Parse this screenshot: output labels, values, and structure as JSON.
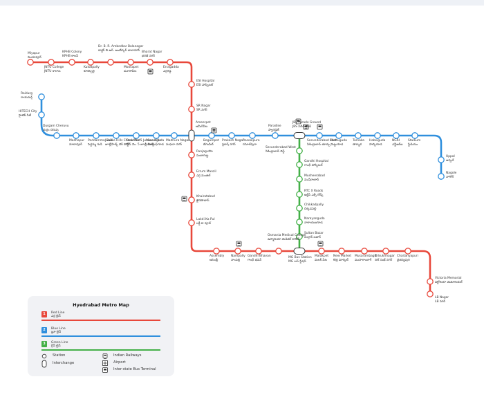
{
  "legend": {
    "title": "Hyedrabad Metro Map",
    "lines": [
      {
        "num": "1",
        "name": "Red Line",
        "name_te": "ఎర్ర లైన్",
        "color": "#e8483b"
      },
      {
        "num": "2",
        "name": "Blue Line",
        "name_te": "బ్లూ లైన్",
        "color": "#2f8fdd"
      },
      {
        "num": "3",
        "name": "Green Line",
        "name_te": "గ్రీన్ లైన్",
        "color": "#43b047"
      }
    ],
    "symbols": {
      "station": "Station",
      "interchange": "Interchange",
      "railways": "Indian Railways",
      "airport": "Airport",
      "bus": "Inter-state Bus Terminal"
    }
  },
  "colors": {
    "red": "#e8483b",
    "blue": "#2f8fdd",
    "green": "#43b047"
  },
  "stations": [
    {
      "id": "miyapur",
      "en": "Miyapur",
      "te": "మియాపూర్"
    },
    {
      "id": "jntu",
      "en": "JNTU College",
      "te": "JNTU కాలాజ"
    },
    {
      "id": "kphb",
      "en": "KPHB Colony",
      "te": "KPHB కాలనీ"
    },
    {
      "id": "kukatpally",
      "en": "Kukatpally",
      "te": "కూకట్పల్లి"
    },
    {
      "id": "ambedkar",
      "en": "Dr. B. R. Ambedkar Balanagar",
      "te": "డాక్టర్ బి.ఆర్. అంబేద్కర్ బాలానగర్"
    },
    {
      "id": "moosapet",
      "en": "Moosapet",
      "te": "మూసాపేట"
    },
    {
      "id": "bharatnagar",
      "en": "Bharat Nagar",
      "te": "భరత్ నగర్"
    },
    {
      "id": "erragadda",
      "en": "Erragadda",
      "te": "ఎర్రగడ్డ"
    },
    {
      "id": "esi",
      "en": "ESI Hospital",
      "te": "ESI హాస్పిటల్"
    },
    {
      "id": "srnagar",
      "en": "SR Nagar",
      "te": "SR నగర్"
    },
    {
      "id": "ameerpet",
      "en": "Ameerpet",
      "te": "అమీర్‌పేట"
    },
    {
      "id": "punjagutta",
      "en": "Punjagutta",
      "te": "పంజాగుట్ట"
    },
    {
      "id": "erramanzil",
      "en": "Errum Manzil",
      "te": "ఎర్ర మంజిల్"
    },
    {
      "id": "khairatabad",
      "en": "Khairatabad",
      "te": "ఖైరతాబాద్"
    },
    {
      "id": "lakdikapul",
      "en": "Lakdi Ka Pul",
      "te": "లక్డీ కా పూల్"
    },
    {
      "id": "assembly",
      "en": "Assembly",
      "te": "అసెంబ్లీ"
    },
    {
      "id": "nampally",
      "en": "Nampally",
      "te": "నాంపల్లి"
    },
    {
      "id": "gandhibhavan",
      "en": "Gandhi Bhavan",
      "te": "గాంధీ భవన్"
    },
    {
      "id": "osmania",
      "en": "Osmania Medical College",
      "te": "ఉస్మానియా మెడికల్ కాలేజ్"
    },
    {
      "id": "mgbs",
      "en": "MG Bus Station",
      "te": "MG బస్ స్టేషన్"
    },
    {
      "id": "malakpet",
      "en": "Malakpet",
      "te": "మలక్ పేట"
    },
    {
      "id": "newmarket",
      "en": "New Market",
      "te": "కొత్త మార్కెట్"
    },
    {
      "id": "musarambagh",
      "en": "Musarambagh",
      "te": "ముసారాంబాగ్"
    },
    {
      "id": "dilsukhnagar",
      "en": "Dilsukhnagar",
      "te": "దిల్ సుఖ్ నగర్"
    },
    {
      "id": "chaitanyapuri",
      "en": "Chaitanyapuri",
      "te": "చైతన్యపురి"
    },
    {
      "id": "victoria",
      "en": "Victoria Memorial",
      "te": "విక్టోరియా మెమోరియల్"
    },
    {
      "id": "lbnagar",
      "en": "LB Nagar",
      "te": "LB నగర్"
    },
    {
      "id": "raidurg",
      "en": "Raidurg",
      "te": "రాయదుర్గ్"
    },
    {
      "id": "hitech",
      "en": "HITECH City",
      "te": "హైటెక్ సిటీ"
    },
    {
      "id": "durgam",
      "en": "Durgam Cheruvu",
      "te": "దుర్గం చెరువు"
    },
    {
      "id": "madhapur",
      "en": "Madhapur",
      "te": "మాదాపూర్"
    },
    {
      "id": "peddamma",
      "en": "Peddamma Gudi",
      "te": "పెద్దమ్మ గుడి"
    },
    {
      "id": "jubileecp",
      "en": "Jubilee Hills Check Post",
      "te": "జూబ్లీహిల్స్ చెక్ పోస్ట్"
    },
    {
      "id": "road5",
      "en": "Road No 5 Jubilee Hills",
      "te": "రోడ్ నెం. 5 జూబ్లీ హిల్స్"
    },
    {
      "id": "yusufguda",
      "en": "Yousufguda",
      "te": "యూసుఫ్‌గూడ"
    },
    {
      "id": "madhura",
      "en": "Madhura Nagar",
      "te": "మధురా నగర్"
    },
    {
      "id": "begumpet",
      "en": "Begumpet",
      "te": "బేగంపేట్"
    },
    {
      "id": "prakash",
      "en": "Prakash Nagar",
      "te": "ప్రకాష్ నగర్"
    },
    {
      "id": "rasoolpura",
      "en": "Rasoolpura",
      "te": "రసూల్‌పురా"
    },
    {
      "id": "paradise",
      "en": "Paradise",
      "te": "ప్యారడైజ్"
    },
    {
      "id": "jbs",
      "en": "JBS Parade Ground",
      "te": "JBS పరేడ్ గ్రౌండ్"
    },
    {
      "id": "secbadeast",
      "en": "Secunderabad East",
      "te": "సికింద్రాబాద్ తూర్పు"
    },
    {
      "id": "mettuguda",
      "en": "Mettuguda",
      "te": "మెట్టుగూడ"
    },
    {
      "id": "tarnaka",
      "en": "Tarnaka",
      "te": "తార్నాక"
    },
    {
      "id": "habsiguda",
      "en": "Habsiguda",
      "te": "హబ్సిగూడ"
    },
    {
      "id": "ngri",
      "en": "NGRI",
      "te": "ఎన్జీఆర్ఐ"
    },
    {
      "id": "stadium",
      "en": "Stadium",
      "te": "స్టేడియం"
    },
    {
      "id": "uppal",
      "en": "Uppal",
      "te": "ఉప్పల్"
    },
    {
      "id": "nagole",
      "en": "Nagole",
      "te": "నాగోల్"
    },
    {
      "id": "secbadwest",
      "en": "Secunderabad West",
      "te": "సికింద్రాబాద్ వెస్ట్"
    },
    {
      "id": "gandhihosp",
      "en": "Gandhi Hospital",
      "te": "గాంధీ హాస్పిటల్"
    },
    {
      "id": "musheerabad",
      "en": "Musheerabad",
      "te": "ముషీరాబాద్"
    },
    {
      "id": "rtcx",
      "en": "RTC X Roads",
      "te": "ఆర్టీసీ ఎక్స్ రోడ్స్"
    },
    {
      "id": "chikkadpally",
      "en": "Chikkadpally",
      "te": "చిక్కడపల్లి"
    },
    {
      "id": "narayanguda",
      "en": "Narayanguda",
      "te": "నారాయణగూడ"
    },
    {
      "id": "sultanbazar",
      "en": "Sultan Bazar",
      "te": "సుల్తాన్ బజార్"
    }
  ]
}
